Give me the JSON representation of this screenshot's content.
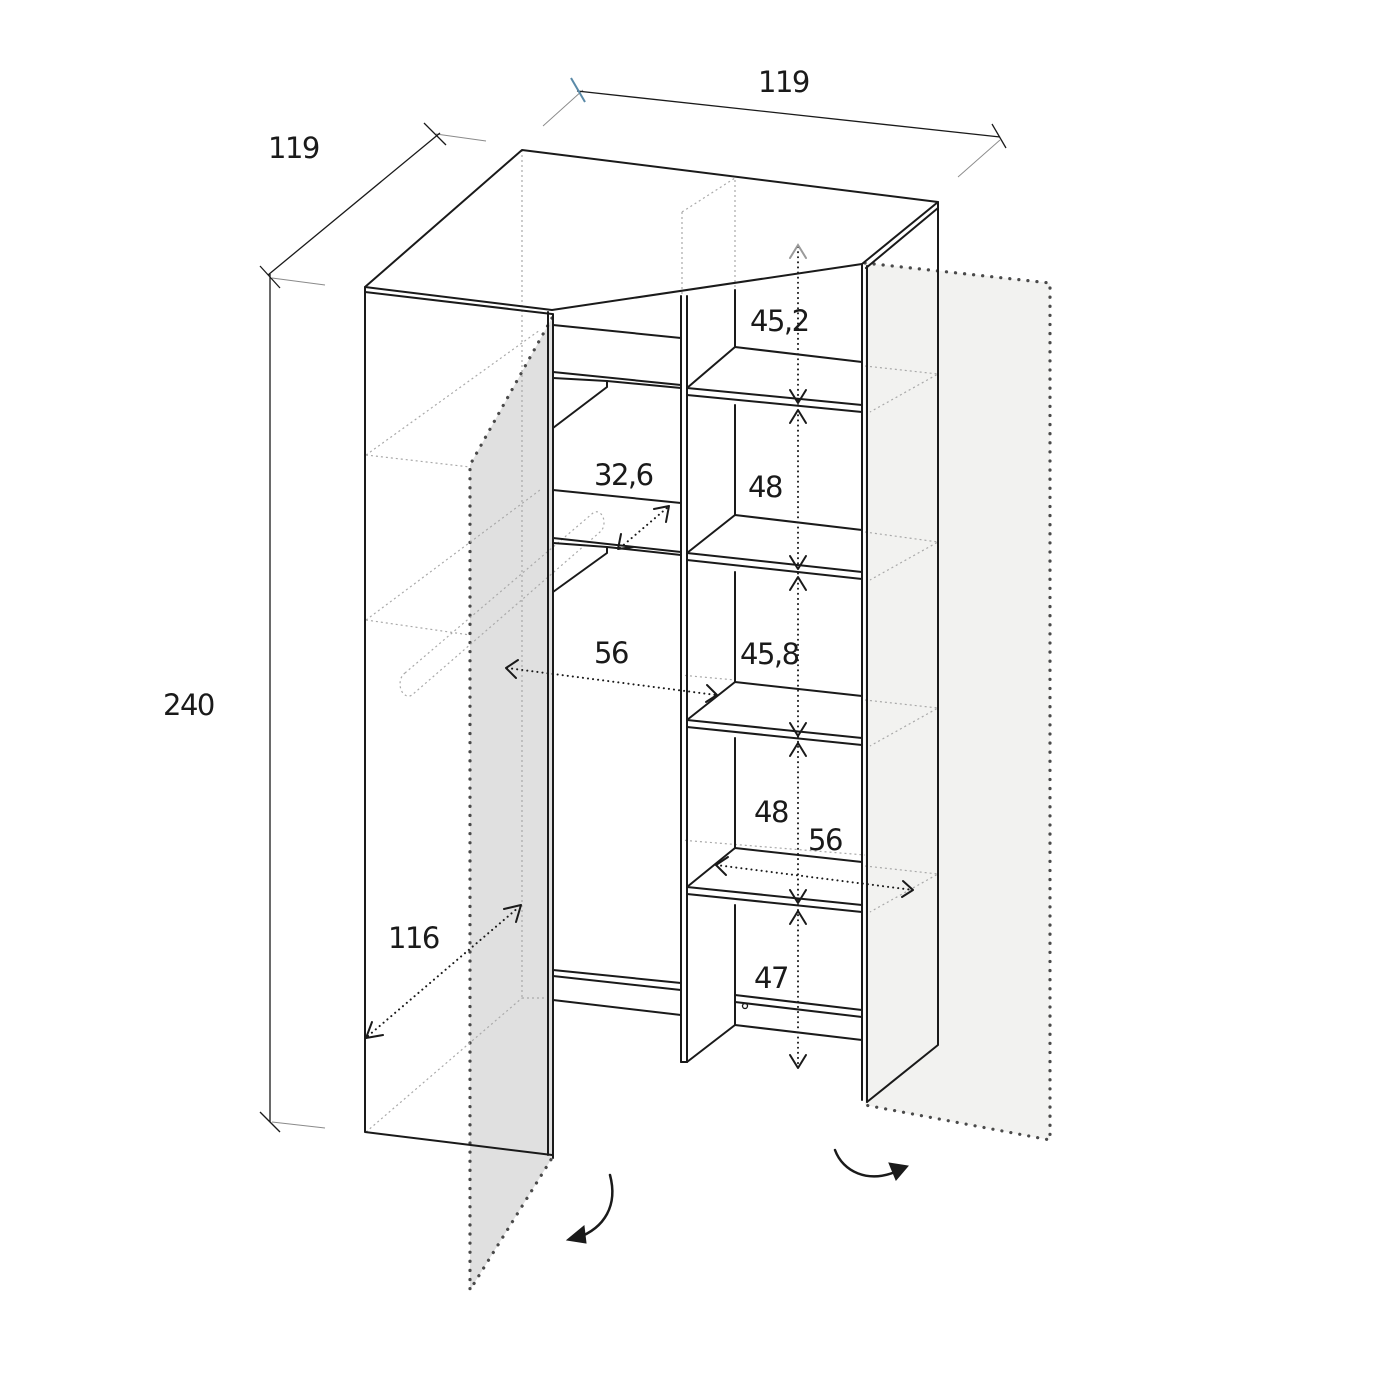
{
  "dimensions": {
    "width_top": "119",
    "depth_left": "119",
    "height": "240",
    "diagonal_depth": "116",
    "hanging_depth_upper": "32,6",
    "hanging_width": "56",
    "shelf_width": "56",
    "gap_1": "45,2",
    "gap_2": "48",
    "gap_3": "45,8",
    "gap_4": "48",
    "gap_5": "47"
  },
  "colors": {
    "line": "#1a1a1a",
    "left_door_fill": "#e0e0e0",
    "right_door_fill": "#f2f2f0",
    "accent_tick": "#5a8aa8"
  }
}
